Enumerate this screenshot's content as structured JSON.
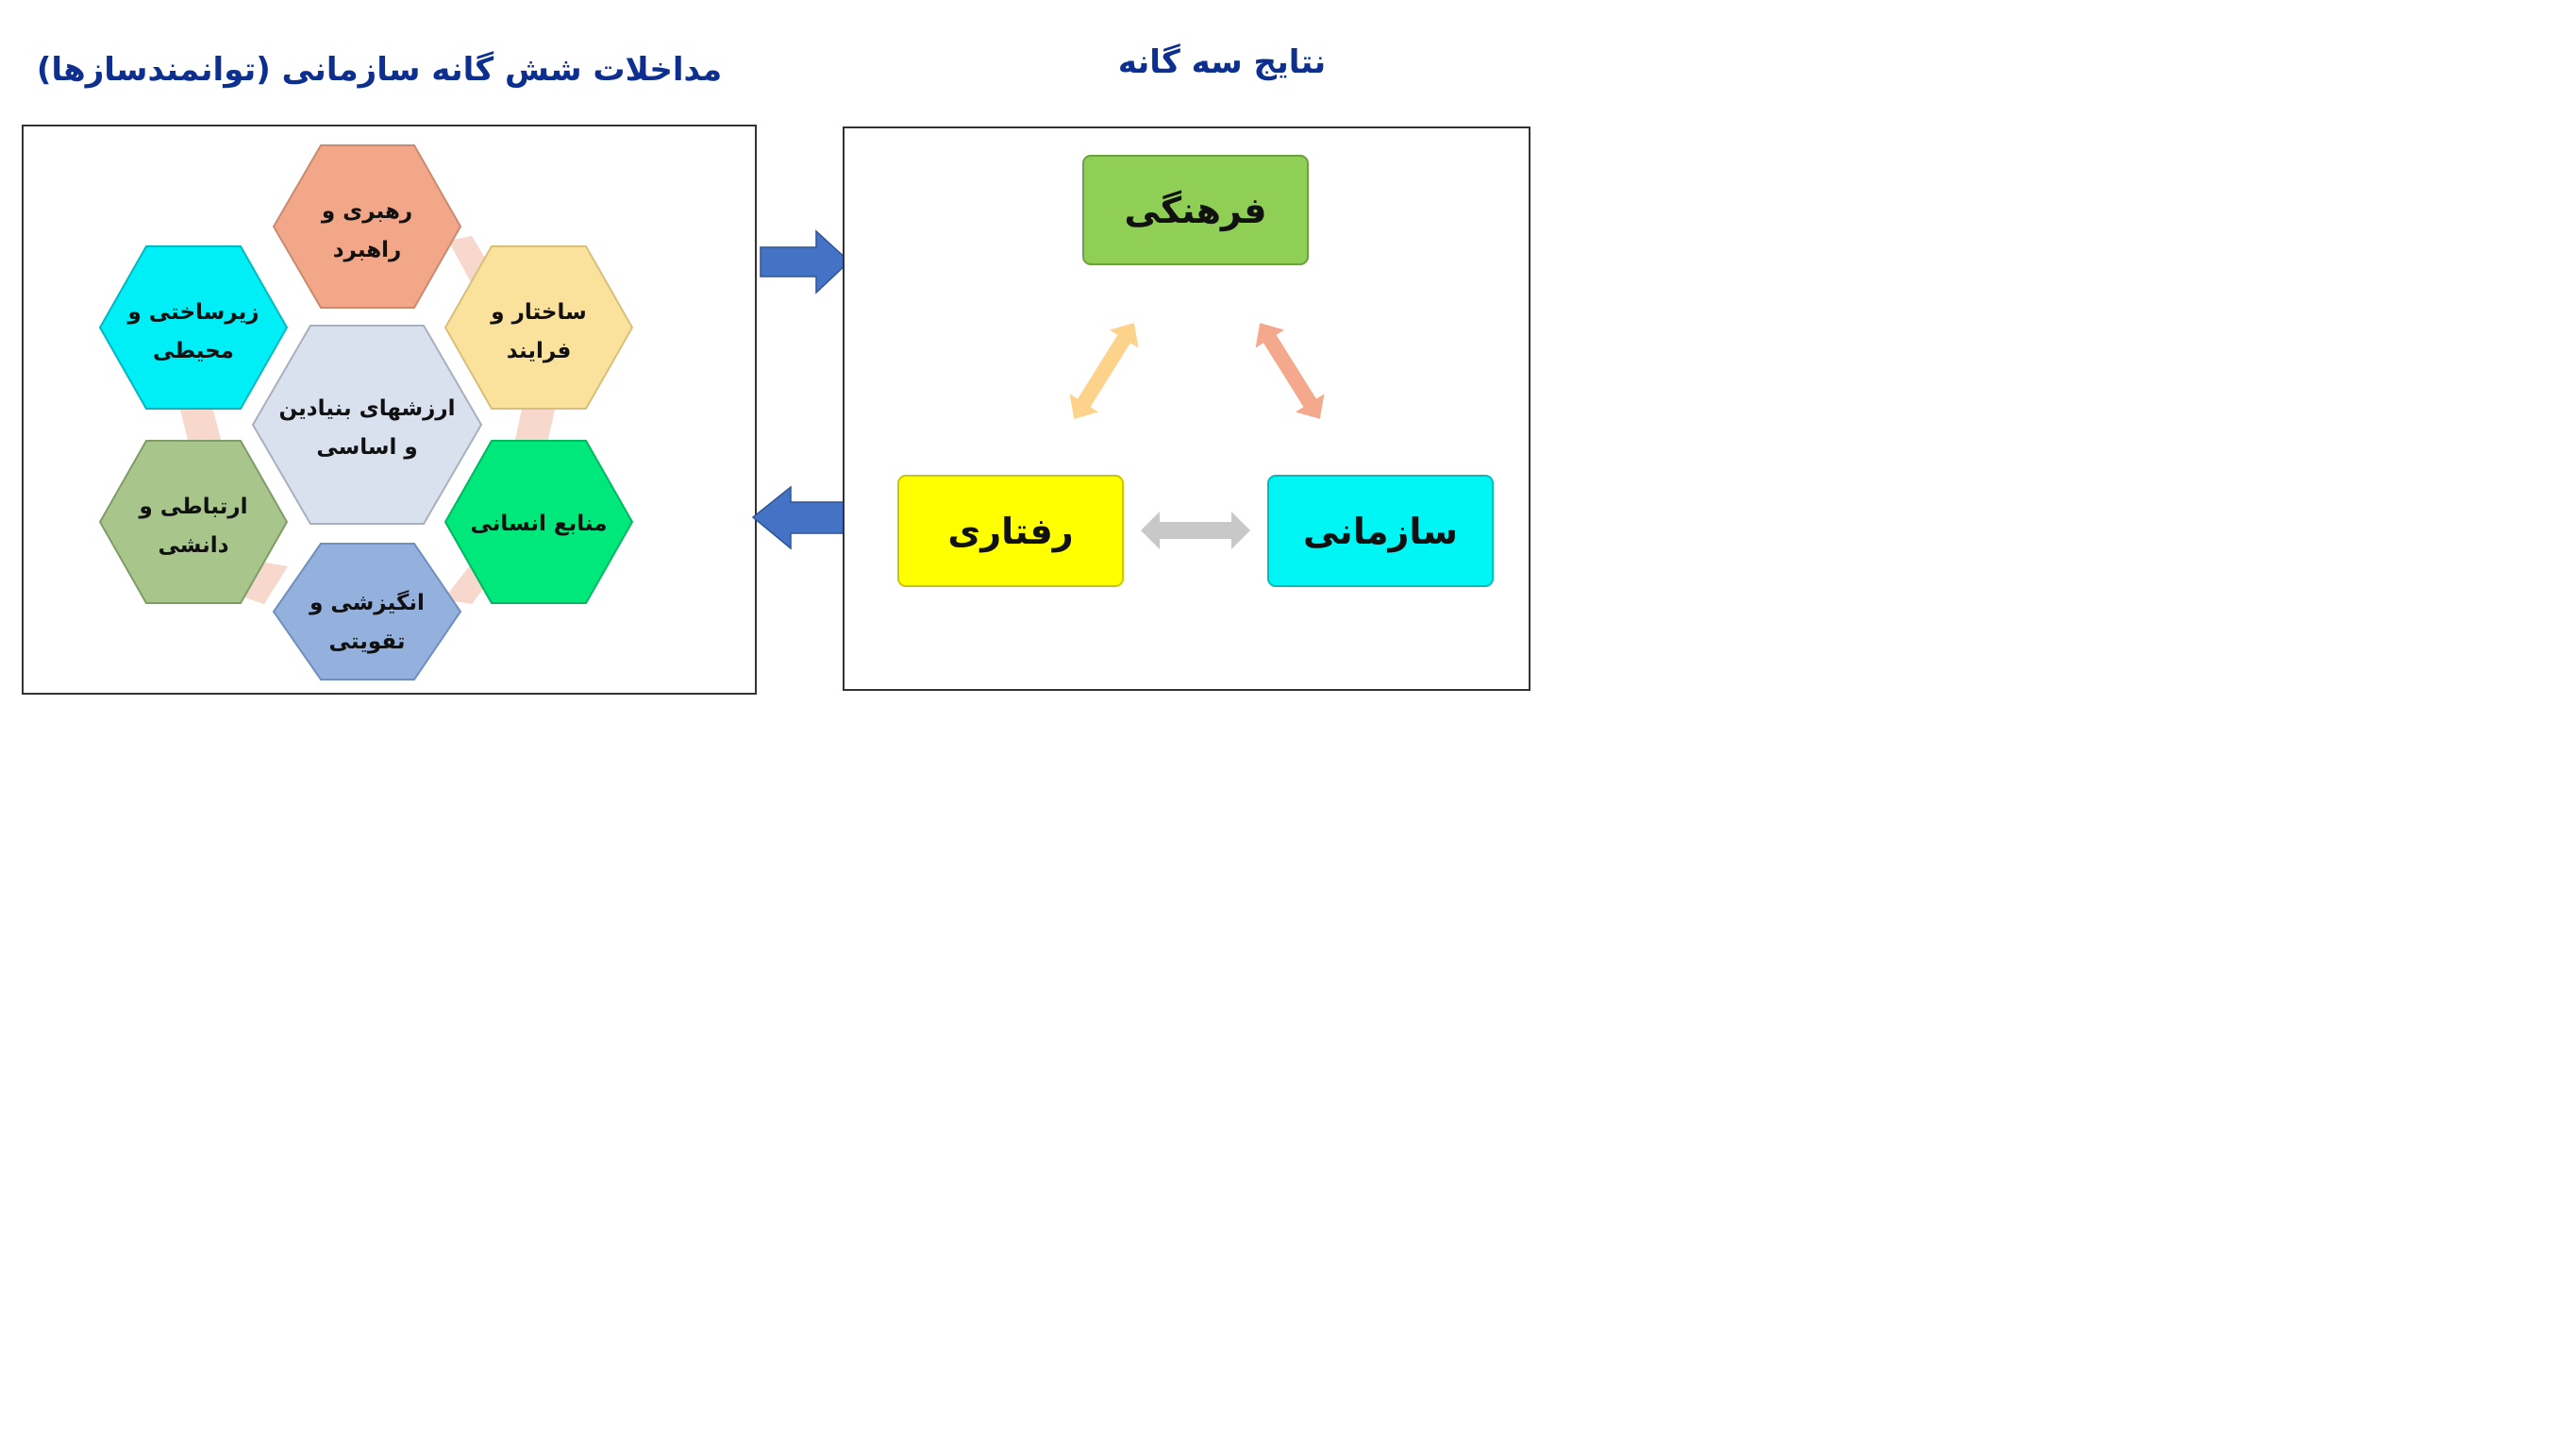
{
  "left_panel": {
    "title": "مداخلات شش گانه سازمانی (توانمندسازها)",
    "hexagons": {
      "top": {
        "line1": "رهبری و",
        "line2": "راهبرد",
        "color": "#f2a788"
      },
      "top_right": {
        "line1": "ساختار و",
        "line2": "فرایند",
        "color": "#fbe29c"
      },
      "top_left": {
        "line1": "زیرساختی و",
        "line2": "محیطی",
        "color": "#00eef6"
      },
      "center": {
        "line1": "ارزشهای بنیادین",
        "line2": "و اساسی",
        "color": "#d9e1ee"
      },
      "bottom_left": {
        "line1": "ارتباطی و",
        "line2": "دانشی",
        "color": "#a8c68c"
      },
      "bottom_right": {
        "line1": "منابع انسانی",
        "color": "#00e77c"
      },
      "bottom": {
        "line1": "انگیزشی و",
        "line2": "تقویتی",
        "color": "#93b1dc"
      }
    }
  },
  "right_panel": {
    "title": "نتایج سه گانه",
    "boxes": {
      "cultural": {
        "label": "فرهنگی",
        "color": "#8fcf55"
      },
      "behavioral": {
        "label": "رفتاری",
        "color": "#ffff00"
      },
      "organizational": {
        "label": "سازمانی",
        "color": "#00f5f5"
      }
    }
  },
  "colors": {
    "arrow_blue": "#4472c4",
    "title_blue": "#0d2f8f"
  }
}
